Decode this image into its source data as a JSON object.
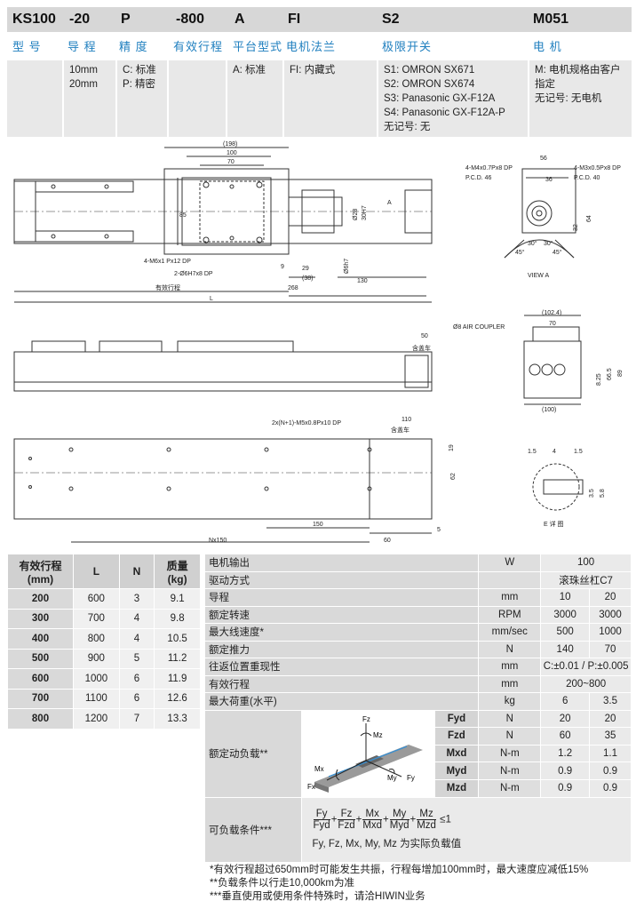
{
  "code": [
    "KS100",
    "-20",
    "P",
    "-800",
    "A",
    "FI",
    "S2",
    "M051"
  ],
  "labels": [
    "型 号",
    "导 程",
    "精 度",
    "有效行程",
    "平台型式",
    "电机法兰",
    "极限开关",
    "电 机"
  ],
  "options": {
    "lead": [
      "10mm",
      "20mm"
    ],
    "precision": [
      "C: 标准",
      "P: 精密"
    ],
    "platform": [
      "A: 标准"
    ],
    "flange": [
      "FI: 内藏式"
    ],
    "switch": [
      "S1: OMRON SX671",
      "S2: OMRON SX674",
      "S3: Panasonic GX-F12A",
      "S4: Panasonic GX-F12A-P",
      "无记号: 无"
    ],
    "motor": [
      "M: 电机规格由客户",
      "指定",
      "无记号: 无电机"
    ]
  },
  "drawing": {
    "top_dims": [
      "(198)",
      "100",
      "70",
      "85",
      "268",
      "L",
      "有效行程",
      "130",
      "(38)",
      "29",
      "9",
      "30H7",
      "Ø28",
      "Ø6h7"
    ],
    "top_notes": [
      "4-M6x1 Px12 DP",
      "2-Ø6H7x8 DP",
      "A"
    ],
    "view_a": [
      "4-M4x0.7Px8 DP",
      "P.C.D. 46",
      "56",
      "36",
      "4-M3x0.5Px8 DP",
      "P.C.D. 40",
      "64",
      "32",
      "30°",
      "45°",
      "30°",
      "45°",
      "VIEW A"
    ],
    "side": [
      "50",
      "含盖车",
      "Ø8 AIR COUPLER",
      "(102.4)",
      "70",
      "89",
      "66.5",
      "8.25",
      "(100)"
    ],
    "bottom": [
      "2x(N+1)-M5x0.8Px10 DP",
      "110",
      "含盖车",
      "19",
      "62",
      "150",
      "Nx150",
      "60",
      "5"
    ],
    "detail_e": [
      "1.5",
      "4",
      "1.5",
      "3.5",
      "5.8",
      "E 详 图"
    ]
  },
  "stroke_table": {
    "headers": [
      "有效行程\n(mm)",
      "L",
      "N",
      "质量\n(kg)"
    ],
    "rows": [
      [
        "200",
        "600",
        "3",
        "9.1"
      ],
      [
        "300",
        "700",
        "4",
        "9.8"
      ],
      [
        "400",
        "800",
        "4",
        "10.5"
      ],
      [
        "500",
        "900",
        "5",
        "11.2"
      ],
      [
        "600",
        "1000",
        "6",
        "11.9"
      ],
      [
        "700",
        "1100",
        "6",
        "12.6"
      ],
      [
        "800",
        "1200",
        "7",
        "13.3"
      ]
    ]
  },
  "spec_table": {
    "rows": [
      {
        "name": "电机输出",
        "unit": "W",
        "v": [
          "100"
        ]
      },
      {
        "name": "驱动方式",
        "unit": "",
        "v": [
          "滚珠丝杠C7"
        ]
      },
      {
        "name": "导程",
        "unit": "mm",
        "v": [
          "10",
          "20"
        ]
      },
      {
        "name": "额定转速",
        "unit": "RPM",
        "v": [
          "3000",
          "3000"
        ]
      },
      {
        "name": "最大线速度*",
        "unit": "mm/sec",
        "v": [
          "500",
          "1000"
        ]
      },
      {
        "name": "额定推力",
        "unit": "N",
        "v": [
          "140",
          "70"
        ]
      },
      {
        "name": "往返位置重现性",
        "unit": "mm",
        "v": [
          "C:±0.01 / P:±0.005"
        ]
      },
      {
        "name": "有效行程",
        "unit": "mm",
        "v": [
          "200~800"
        ]
      },
      {
        "name": "最大荷重(水平)",
        "unit": "kg",
        "v": [
          "6",
          "3.5"
        ]
      }
    ],
    "load_name": "额定动负载**",
    "loads": [
      {
        "k": "Fyd",
        "unit": "N",
        "v": [
          "20",
          "20"
        ]
      },
      {
        "k": "Fzd",
        "unit": "N",
        "v": [
          "60",
          "35"
        ]
      },
      {
        "k": "Mxd",
        "unit": "N-m",
        "v": [
          "1.2",
          "1.1"
        ]
      },
      {
        "k": "Myd",
        "unit": "N-m",
        "v": [
          "0.9",
          "0.9"
        ]
      },
      {
        "k": "Mzd",
        "unit": "N-m",
        "v": [
          "0.9",
          "0.9"
        ]
      }
    ],
    "load_fig": [
      "Fz",
      "Mz",
      "Mx",
      "Fx",
      "My",
      "Fy"
    ],
    "cond_name": "可负载条件***",
    "formula": [
      [
        "Fy",
        "Fyd"
      ],
      [
        "Fz",
        "Fzd"
      ],
      [
        "Mx",
        "Mxd"
      ],
      [
        "My",
        "Myd"
      ],
      [
        "Mz",
        "Mzd"
      ]
    ],
    "formula_rhs": "≤1",
    "formula_note": "Fy, Fz, Mx, My, Mz 为实际负载值"
  },
  "notes": [
    "*有效行程超过650mm时可能发生共振，行程每增加100mm时，最大速度应减低15%",
    "**负载条件以行走10,000km为准",
    "***垂直使用或使用条件特殊时，请洽HIWIN业务"
  ]
}
